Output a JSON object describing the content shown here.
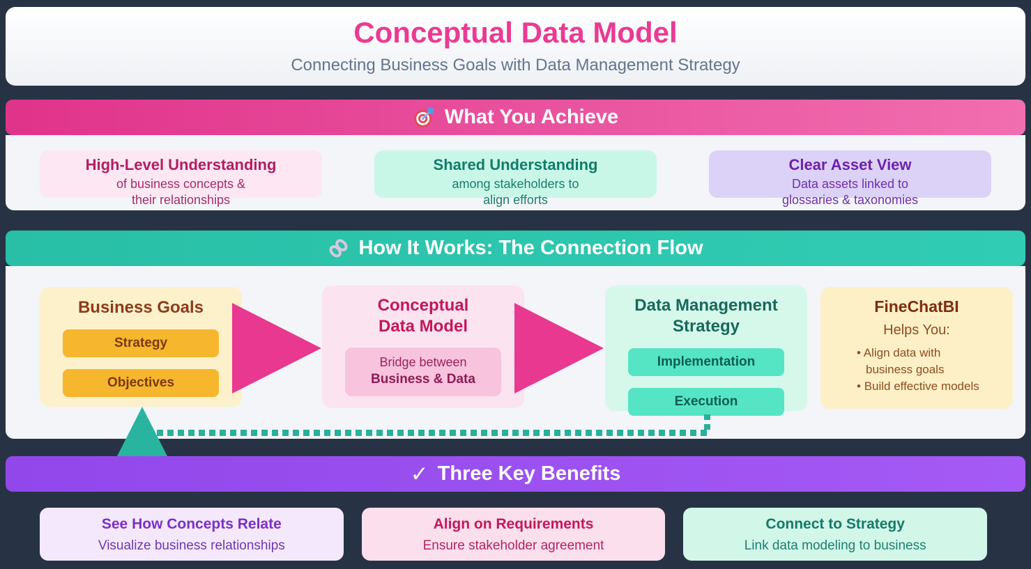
{
  "colors": {
    "background": "#273345",
    "pink_accent": "#ea3a94",
    "teal_accent": "#2cc5ac",
    "purple_accent": "#9d4fee",
    "amber_accent": "#f6b62d",
    "mint_accent": "#55e5c5",
    "arrow_pink": "#e8388f",
    "feedback_teal": "#29b4a0"
  },
  "header": {
    "title": "Conceptual Data Model",
    "subtitle": "Connecting Business Goals with Data Management Strategy"
  },
  "achieve": {
    "banner_title": "What You Achieve",
    "banner_icon": "target-icon",
    "cards": [
      {
        "title": "High-Level Understanding",
        "line1": "of business concepts &",
        "line2": "their relationships"
      },
      {
        "title": "Shared Understanding",
        "line1": "among stakeholders to",
        "line2": "align efforts"
      },
      {
        "title": "Clear Asset View",
        "line1": "Data assets linked to",
        "line2": "glossaries & taxonomies"
      }
    ]
  },
  "works": {
    "banner_title": "How It Works: The Connection Flow",
    "banner_icon": "link-icon",
    "business_goals": {
      "title": "Business Goals",
      "strategy": "Strategy",
      "objectives": "Objectives"
    },
    "conceptual_model": {
      "title_line1": "Conceptual",
      "title_line2": "Data Model",
      "bridge_line1": "Bridge between",
      "bridge_line2": "Business & Data"
    },
    "data_management": {
      "title_line1": "Data Management",
      "title_line2": "Strategy",
      "implementation": "Implementation",
      "execution": "Execution"
    },
    "finechatbi": {
      "title": "FineChatBI",
      "subtitle": "Helps You:",
      "bullets": [
        "Align data with business goals",
        "Build effective models"
      ]
    }
  },
  "benefits": {
    "banner_title": "Three Key Benefits",
    "check_icon": "✓",
    "cards": [
      {
        "title": "See How Concepts Relate",
        "subtitle": "Visualize business relationships"
      },
      {
        "title": "Align on Requirements",
        "subtitle": "Ensure stakeholder agreement"
      },
      {
        "title": "Connect to Strategy",
        "subtitle": "Link data modeling to business"
      }
    ]
  }
}
